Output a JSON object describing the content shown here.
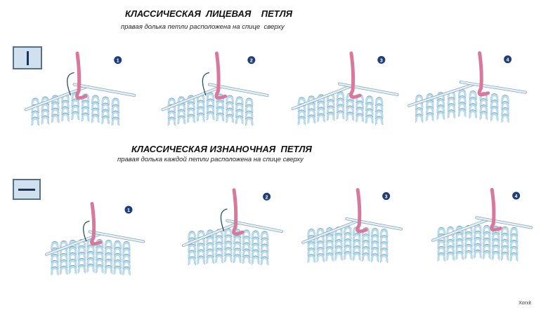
{
  "sections": [
    {
      "title": "КЛАССИЧЕСКАЯ  ЛИЦЕВАЯ    ПЕТЛЯ",
      "subtitle": "правая долька петли расположена на спице  сверху",
      "symbol": "knit-vertical-bar",
      "steps": [
        "1",
        "2",
        "3",
        "4"
      ]
    },
    {
      "title": "КЛАССИЧЕСКАЯ ИЗНАНОЧНАЯ  ПЕТЛЯ",
      "subtitle": "правая долька каждой петли расположена на спице сверху",
      "symbol": "purl-horizontal-bar",
      "steps": [
        "1",
        "2",
        "3",
        "4"
      ]
    }
  ],
  "watermark": "Xorxit",
  "colors": {
    "fabric": "#b9dbea",
    "fabric_stroke": "#6e9fb8",
    "yarn": "#d8789c",
    "badge": "#1f3e78",
    "needle": "#e8f0f4"
  }
}
